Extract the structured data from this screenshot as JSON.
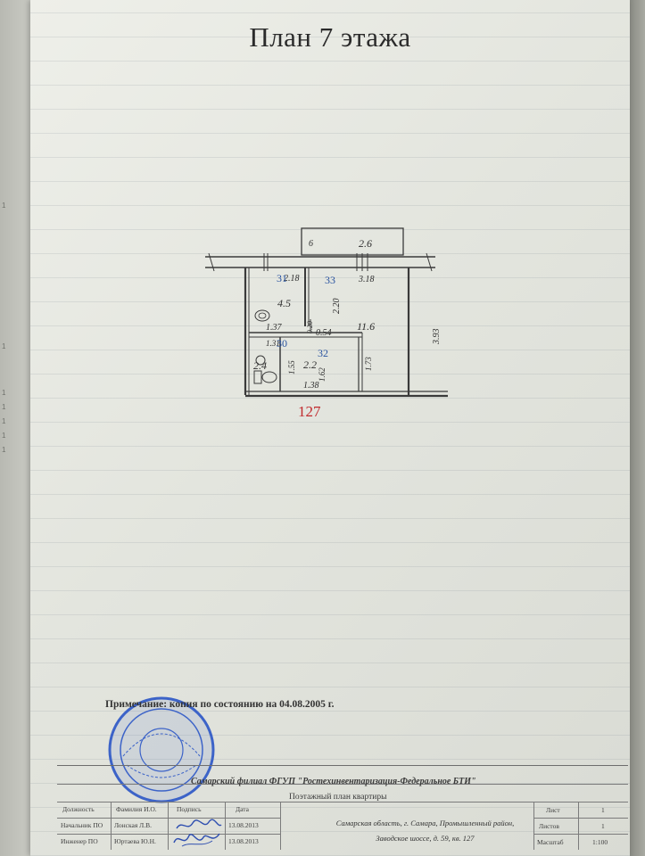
{
  "underlying_sheet": {
    "edge_fragments": [
      "1",
      "1",
      "1",
      "1",
      "1",
      "1",
      "1"
    ]
  },
  "sheet": {
    "title": "План 7 этажа",
    "apartment_number": "127",
    "note": "Примечание: копия по состоянию на 04.08.2005 г."
  },
  "floor_plan": {
    "room_numbers": [
      "31",
      "33",
      "30",
      "32"
    ],
    "balcony_number": "6",
    "areas": {
      "balcony": "2.6",
      "room_31": "4.5",
      "room_33": "11.6",
      "room_30": "2.4",
      "room_32": "2.2"
    },
    "dimensions": [
      "2.18",
      "3.18",
      "2.20",
      "1.37",
      "0.54",
      "3.93",
      "1.31",
      "0.20",
      "1.55",
      "1.62",
      "1.73",
      "1.38"
    ],
    "colors": {
      "room_number": "#2a54a0",
      "apartment_number": "#c0292d",
      "lines": "#3a3a3a"
    }
  },
  "title_block": {
    "organization": "Самарский филиал ФГУП \"Ростехинвентаризация-Федеральное БТИ\"",
    "document_name": "Поэтажный план квартиры",
    "headers": {
      "position": "Должность",
      "name": "Фамилия И.О.",
      "signature": "Подпись",
      "date": "Дата"
    },
    "rows": [
      {
        "position": "Начальник ПО",
        "name": "Лонская Л.В.",
        "date": "13.08.2013"
      },
      {
        "position": "Инженер ПО",
        "name": "Юртаева Ю.Н.",
        "date": "13.08.2013"
      }
    ],
    "address": "Самарская область, г. Самара, Промышленный район, Заводское шоссе, д. 59, кв. 127",
    "sheet_label": "Лист",
    "sheet_value": "1",
    "sheets_label": "Листов",
    "sheets_value": "1",
    "scale_label": "Масштаб",
    "scale_value": "1:100"
  }
}
